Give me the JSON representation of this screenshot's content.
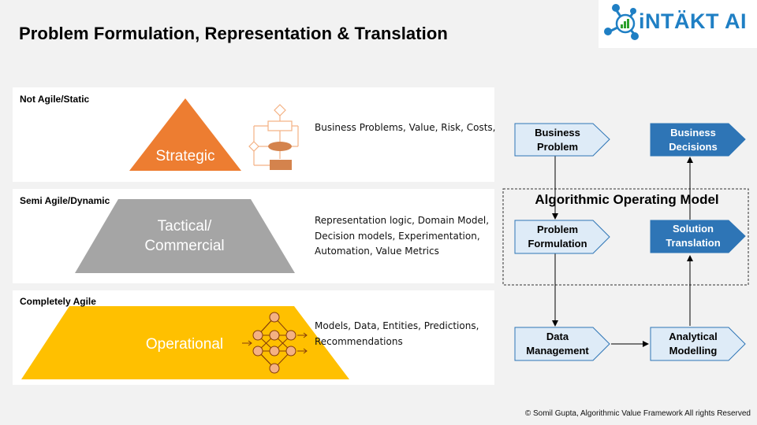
{
  "title": "Problem Formulation, Representation & Translation",
  "logo": {
    "text": "iNTÄKT AI"
  },
  "tiers": [
    {
      "agility_label": "Not Agile/Static",
      "shape_label": "Strategic",
      "description": "Business Problems, Value, Risk, Costs,",
      "color": "#ed7d31"
    },
    {
      "agility_label": "Semi Agile/Dynamic",
      "shape_label": "Tactical/ Commercial",
      "description": "Representation logic, Domain Model,  Decision models, Experimentation,  Automation, Value Metrics",
      "color": "#a5a5a5"
    },
    {
      "agility_label": "Completely Agile",
      "shape_label": "Operational",
      "description": "Models, Data, Entities, Predictions, Recommendations",
      "color": "#ffc000"
    }
  ],
  "operating_model": {
    "title": "Algorithmic Operating Model",
    "boxes": {
      "business_problem": "Business Problem",
      "problem_formulation": "Problem Formulation",
      "data_management": "Data Management",
      "analytical_modelling": "Analytical Modelling",
      "solution_translation": "Solution Translation",
      "business_decisions": "Business Decisions"
    },
    "colors": {
      "light_fill": "#deebf7",
      "light_stroke": "#2e75b6",
      "dark_fill": "#2e75b6"
    }
  },
  "footer": "© Somil Gupta,  Algorithmic Value Framework All rights Reserved"
}
